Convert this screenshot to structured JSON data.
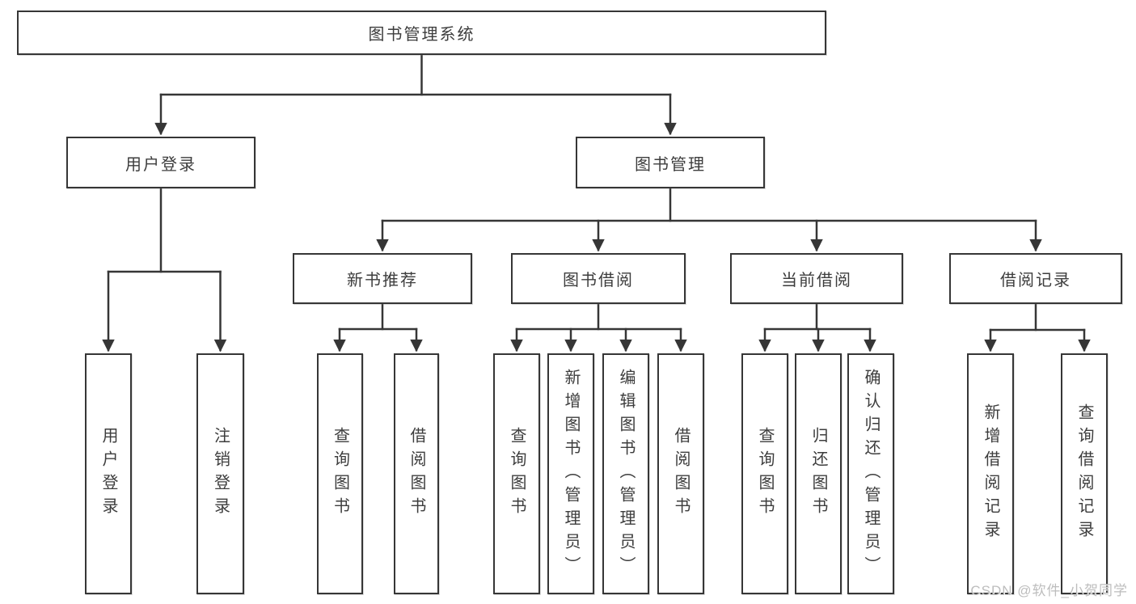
{
  "diagram": {
    "root": {
      "label": "图书管理系统",
      "children": [
        {
          "label": "用户登录",
          "children": [
            {
              "label": "用户登录"
            },
            {
              "label": "注销登录"
            }
          ]
        },
        {
          "label": "图书管理",
          "children": [
            {
              "label": "新书推荐",
              "children": [
                {
                  "label": "查询图书"
                },
                {
                  "label": "借阅图书"
                }
              ]
            },
            {
              "label": "图书借阅",
              "children": [
                {
                  "label": "查询图书"
                },
                {
                  "label": "新增图书（管理员）"
                },
                {
                  "label": "编辑图书（管理员）"
                },
                {
                  "label": "借阅图书"
                }
              ]
            },
            {
              "label": "当前借阅",
              "children": [
                {
                  "label": "查询图书"
                },
                {
                  "label": "归还图书"
                },
                {
                  "label": "确认归还（管理员）"
                }
              ]
            },
            {
              "label": "借阅记录",
              "children": [
                {
                  "label": "新增借阅记录"
                },
                {
                  "label": "查询借阅记录"
                }
              ]
            }
          ]
        }
      ]
    }
  },
  "watermark": {
    "text": "CSDN @软件_小贺同学"
  },
  "colors": {
    "box_border": "#363636",
    "box_fill": "#ffffff",
    "text": "#3d3d3d",
    "connector": "#363636",
    "watermark": "#bdbdbd",
    "background": "#ffffff"
  }
}
